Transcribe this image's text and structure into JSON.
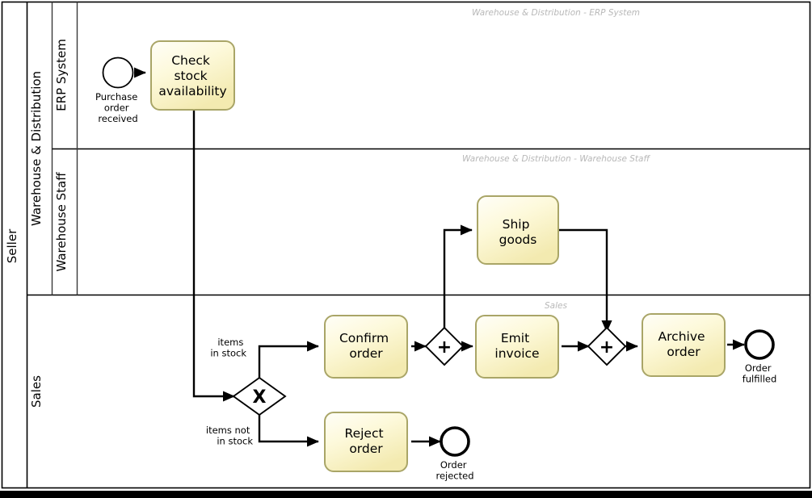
{
  "diagram": {
    "type": "bpmn-collaboration",
    "pool": {
      "name": "Seller"
    },
    "lanes": [
      {
        "id": "lane-erp",
        "label": "ERP System",
        "group": "Warehouse & Distribution",
        "caption": "Warehouse & Distribution - ERP System"
      },
      {
        "id": "lane-warehouse",
        "label": "Warehouse Staff",
        "group": "Warehouse & Distribution",
        "caption": "Warehouse & Distribution - Warehouse Staff"
      },
      {
        "id": "lane-sales",
        "label": "Sales",
        "group": "",
        "caption": "Sales"
      }
    ],
    "lane_group_label": "Warehouse & Distribution",
    "events": [
      {
        "id": "ev-start",
        "kind": "start",
        "label": "Purchase\norder\nreceived",
        "label_lines": [
          "Purchase",
          "order",
          "received"
        ]
      },
      {
        "id": "ev-end-fulfilled",
        "kind": "end",
        "label": "Order\nfulfilled",
        "label_lines": [
          "Order",
          "fulfilled"
        ]
      },
      {
        "id": "ev-end-rejected",
        "kind": "end",
        "label": "Order\nrejected",
        "label_lines": [
          "Order",
          "rejected"
        ]
      }
    ],
    "tasks": [
      {
        "id": "task-check-stock",
        "lane": "lane-erp",
        "label_lines": [
          "Check",
          "stock",
          "availability"
        ]
      },
      {
        "id": "task-ship-goods",
        "lane": "lane-warehouse",
        "label_lines": [
          "Ship",
          "goods"
        ]
      },
      {
        "id": "task-confirm-order",
        "lane": "lane-sales",
        "label_lines": [
          "Confirm",
          "order"
        ]
      },
      {
        "id": "task-emit-invoice",
        "lane": "lane-sales",
        "label_lines": [
          "Emit",
          "invoice"
        ]
      },
      {
        "id": "task-archive-order",
        "lane": "lane-sales",
        "label_lines": [
          "Archive",
          "order"
        ]
      },
      {
        "id": "task-reject-order",
        "lane": "lane-sales",
        "label_lines": [
          "Reject",
          "order"
        ]
      }
    ],
    "gateways": [
      {
        "id": "gw-exclusive",
        "kind": "exclusive",
        "glyph": "X"
      },
      {
        "id": "gw-parallel-split",
        "kind": "parallel",
        "glyph": "+"
      },
      {
        "id": "gw-parallel-join",
        "kind": "parallel",
        "glyph": "+"
      }
    ],
    "flow_labels": [
      {
        "id": "flow-in-stock",
        "lines": [
          "items",
          "in stock"
        ]
      },
      {
        "id": "flow-not-in-stock",
        "lines": [
          "items not",
          "in stock"
        ]
      }
    ]
  },
  "colors": {
    "task_fill_light": "#fefdf2",
    "task_fill_dark": "#f7f0bd",
    "task_stroke": "#a9a567",
    "stroke": "#000000",
    "lane_divider": "#000000",
    "caption_text": "#b8b8b8",
    "bottom_bar": "#000000"
  }
}
